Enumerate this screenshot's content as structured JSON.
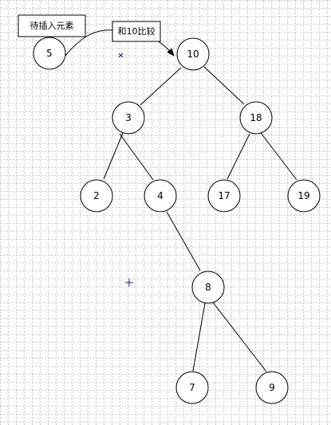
{
  "nodes": {
    "n10": "10",
    "n3": "3",
    "n18": "18",
    "n2": "2",
    "n4": "4",
    "n17": "17",
    "n19": "19",
    "n8": "8",
    "n7": "7",
    "n9": "9",
    "pending": "5"
  },
  "labels": {
    "pending_caption": "待插入元素",
    "compare_caption": "和10比较"
  },
  "colors": {
    "pending_value": "#e53030",
    "grid": "#c8c8c8",
    "marker": "#1a1a8c"
  }
}
